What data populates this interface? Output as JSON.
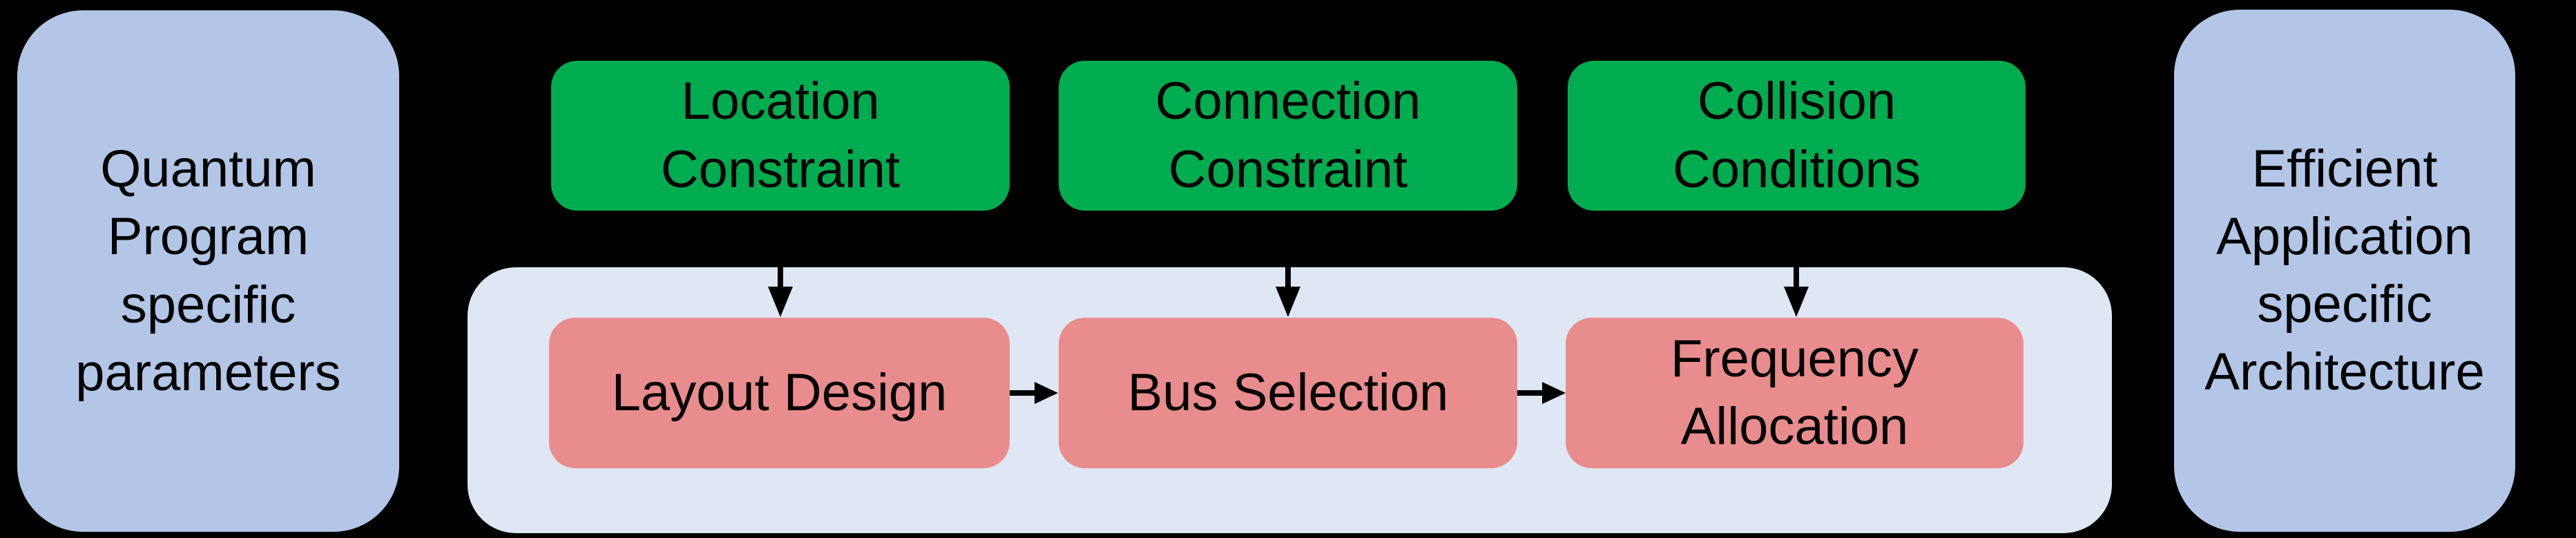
{
  "colors": {
    "background": "#000000",
    "side_box_fill": "#B3C6E7",
    "container_fill": "#DEE7F3",
    "constraint_fill": "#00AC50",
    "step_fill": "#E98C8D",
    "arrow": "#000000",
    "text": "#000000"
  },
  "left_box": {
    "label": "Quantum\nProgram\nspecific\nparameters"
  },
  "right_box": {
    "label": "Efficient\nApplication\nspecific\nArchitecture"
  },
  "constraints": [
    {
      "label": "Location\nConstraint"
    },
    {
      "label": "Connection\nConstraint"
    },
    {
      "label": "Collision\nConditions"
    }
  ],
  "pipeline_steps": [
    {
      "label": "Layout Design"
    },
    {
      "label": "Bus Selection"
    },
    {
      "label": "Frequency\nAllocation"
    }
  ]
}
